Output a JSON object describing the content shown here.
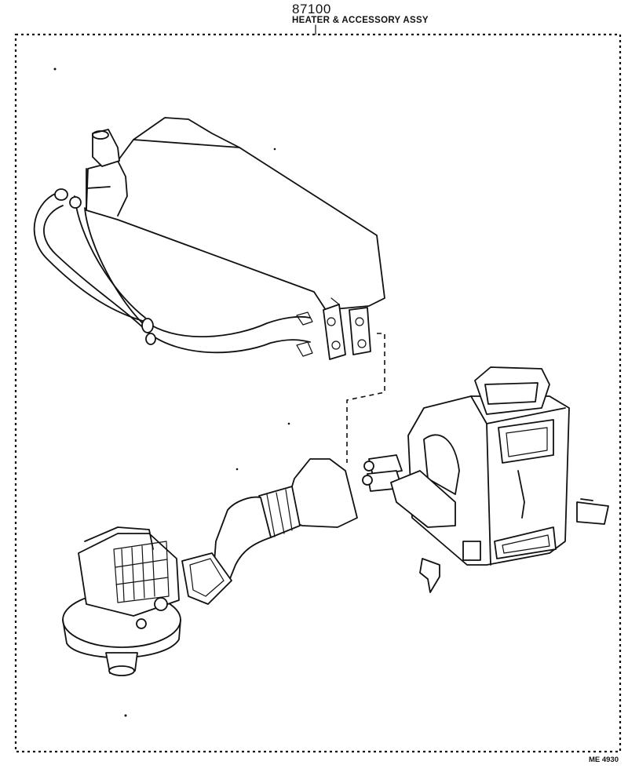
{
  "header": {
    "part_number": "87100",
    "part_name": "HEATER & ACCESSORY ASSY"
  },
  "footer": {
    "reference_code": "ME 4930"
  }
}
